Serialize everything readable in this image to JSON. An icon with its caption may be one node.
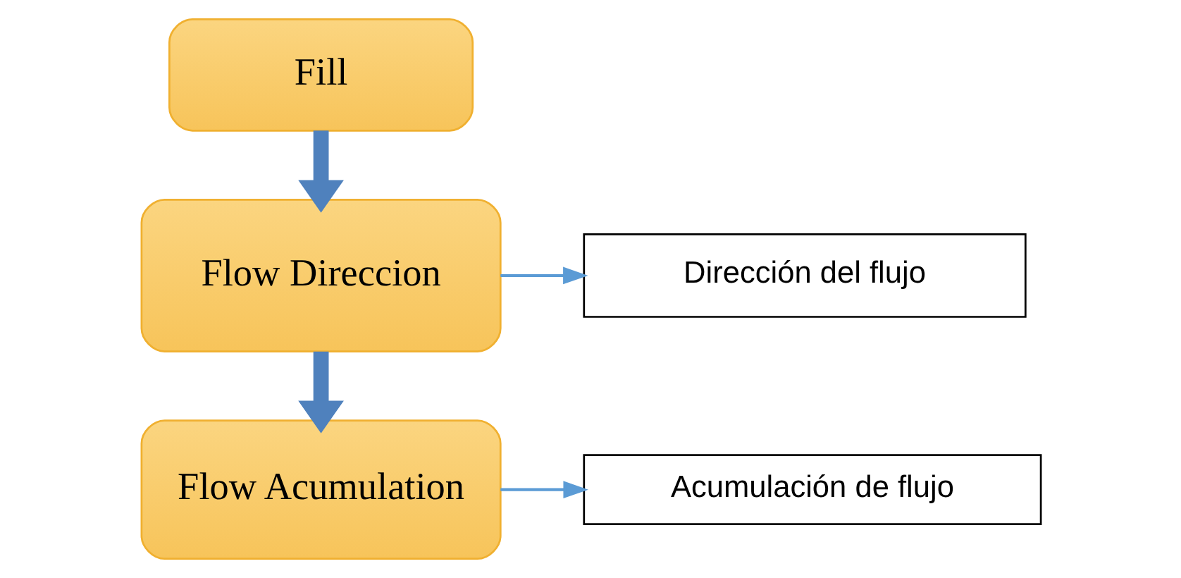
{
  "diagram": {
    "nodes": [
      {
        "text": [
          "Fill"
        ]
      },
      {
        "text": [
          "Flow Direccion"
        ]
      },
      {
        "text": [
          "Flow Acumulation"
        ]
      },
      {
        "text": [
          "Dirección del flujo"
        ]
      },
      {
        "text": [
          "Acumulación de flujo"
        ]
      }
    ],
    "edges": [
      {
        "from": 0,
        "to": 1,
        "arrow": "to",
        "style": "thick",
        "color": "#4f81bd"
      },
      {
        "from": 1,
        "to": 3,
        "arrow": "to",
        "color": "#5b9bd5"
      },
      {
        "from": 1,
        "to": 2,
        "arrow": "to",
        "style": "thick",
        "color": "#4f81bd"
      },
      {
        "from": 2,
        "to": 4,
        "arrow": "to",
        "color": "#5b9bd5"
      }
    ]
  }
}
